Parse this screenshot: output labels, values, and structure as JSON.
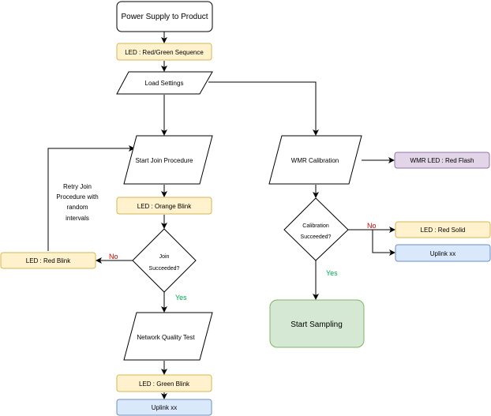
{
  "colors": {
    "led_fill": "#fff2cc",
    "led_stroke": "#d6b656",
    "uplink_fill": "#dae8fc",
    "uplink_stroke": "#6c8ebf",
    "purple_fill": "#e1d5e7",
    "purple_stroke": "#9673a6",
    "green_fill": "#d5e8d4",
    "green_stroke": "#82b366",
    "no_color": "#cc0000",
    "yes_color": "#00a651"
  },
  "nodes": {
    "power_supply": "Power Supply to Product",
    "led_red_green": "LED : Red/Green Sequence",
    "load_settings": "Load Settings",
    "start_join": "Start Join Procedure",
    "led_orange_blink": "LED : Orange Blink",
    "join_decision_line1": "Join",
    "join_decision_line2": "Succeeded?",
    "led_red_blink": "LED : Red Blink",
    "retry_line1": "Retry Join",
    "retry_line2": "Procedure with",
    "retry_line3": "random",
    "retry_line4": "intervals",
    "network_quality": "Network Quality Test",
    "led_green_blink": "LED : Green Blink",
    "uplink_left": "Uplink xx",
    "wmr_calibration": "WMR Calibration",
    "wmr_led_red_flash": "WMR LED : Red Flash",
    "calib_decision_line1": "Calibration",
    "calib_decision_line2": "Succeeded?",
    "led_red_solid": "LED : Red Solid",
    "uplink_right": "Uplink xx",
    "start_sampling": "Start Sampling"
  },
  "edge_labels": {
    "join_no": "No",
    "join_yes": "Yes",
    "calib_no": "No",
    "calib_yes": "Yes"
  }
}
